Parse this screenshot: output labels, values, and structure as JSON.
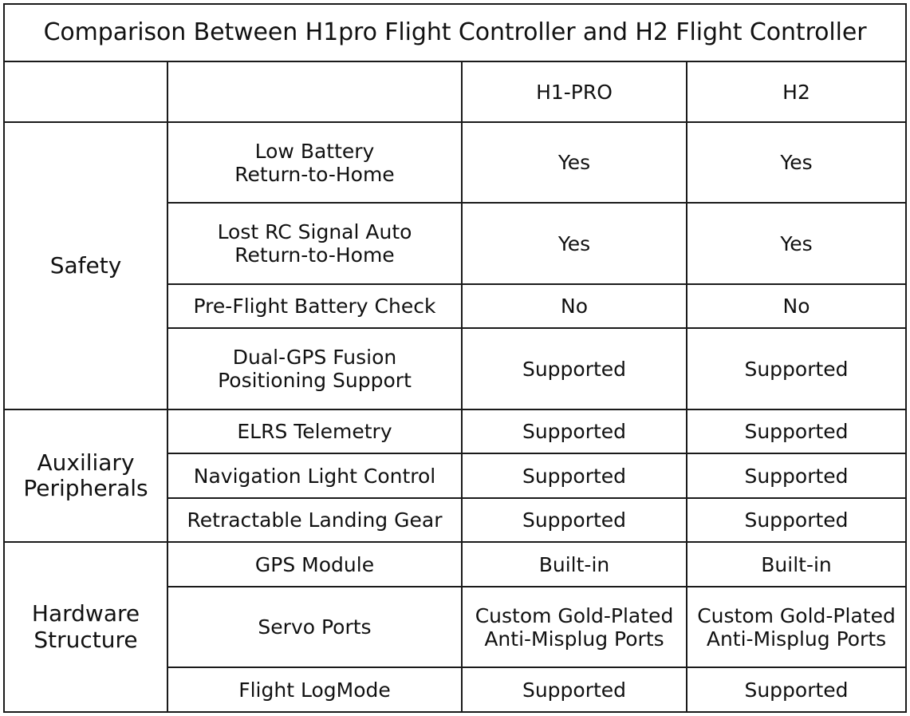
{
  "table": {
    "title": "Comparison Between H1pro Flight Controller and H2 Flight Controller",
    "columns": {
      "group_header": "",
      "feature_header": "",
      "h1pro_header": "H1-PRO",
      "h2_header": "H2"
    },
    "groups": [
      {
        "label": "Safety",
        "rows": [
          {
            "feature": "Low Battery\nReturn-to-Home",
            "h1pro": "Yes",
            "h2": "Yes"
          },
          {
            "feature": "Lost RC Signal Auto\nReturn-to-Home",
            "h1pro": "Yes",
            "h2": "Yes"
          },
          {
            "feature": "Pre-Flight Battery Check",
            "h1pro": "No",
            "h2": "No"
          },
          {
            "feature": "Dual-GPS Fusion\nPositioning Support",
            "h1pro": "Supported",
            "h2": "Supported"
          }
        ]
      },
      {
        "label": "Auxiliary\nPeripherals",
        "rows": [
          {
            "feature": "ELRS Telemetry",
            "h1pro": "Supported",
            "h2": "Supported"
          },
          {
            "feature": "Navigation Light Control",
            "h1pro": "Supported",
            "h2": "Supported"
          },
          {
            "feature": "Retractable Landing Gear",
            "h1pro": "Supported",
            "h2": "Supported"
          }
        ]
      },
      {
        "label": "Hardware\nStructure",
        "rows": [
          {
            "feature": "GPS Module",
            "h1pro": "Built-in",
            "h2": "Built-in"
          },
          {
            "feature": "Servo Ports",
            "h1pro": "Custom Gold-Plated\nAnti-Misplug Ports",
            "h2": "Custom Gold-Plated\nAnti-Misplug Ports"
          },
          {
            "feature": "Flight LogMode",
            "h1pro": "Supported",
            "h2": "Supported"
          }
        ]
      }
    ]
  },
  "colors": {
    "border": "#1a1a1a",
    "text": "#111111",
    "background": "#ffffff"
  }
}
